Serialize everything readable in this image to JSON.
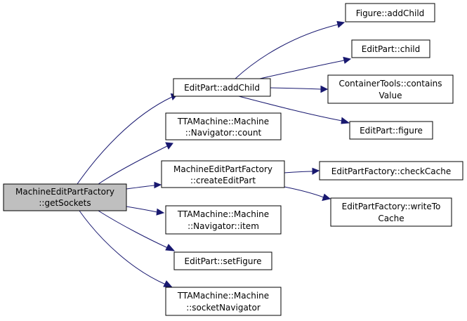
{
  "colors": {
    "edge": "#191970",
    "root_fill": "#bfbfbf",
    "node_fill": "#ffffff",
    "border": "#000000"
  },
  "nodes": {
    "root": {
      "line1": "MachineEditPartFactory",
      "line2": "::getSockets"
    },
    "add_child": {
      "line1": "EditPart::addChild"
    },
    "navigator_count": {
      "line1": "TTAMachine::Machine",
      "line2": "::Navigator::count"
    },
    "create_edit_part": {
      "line1": "MachineEditPartFactory",
      "line2": "::createEditPart"
    },
    "navigator_item": {
      "line1": "TTAMachine::Machine",
      "line2": "::Navigator::item"
    },
    "set_figure": {
      "line1": "EditPart::setFigure"
    },
    "socket_navigator": {
      "line1": "TTAMachine::Machine",
      "line2": "::socketNavigator"
    },
    "figure_add_child": {
      "line1": "Figure::addChild"
    },
    "edit_part_child": {
      "line1": "EditPart::child"
    },
    "contains_value": {
      "line1": "ContainerTools::contains",
      "line2": "Value"
    },
    "edit_part_figure": {
      "line1": "EditPart::figure"
    },
    "check_cache": {
      "line1": "EditPartFactory::checkCache"
    },
    "write_to_cache": {
      "line1": "EditPartFactory::writeTo",
      "line2": "Cache"
    }
  }
}
